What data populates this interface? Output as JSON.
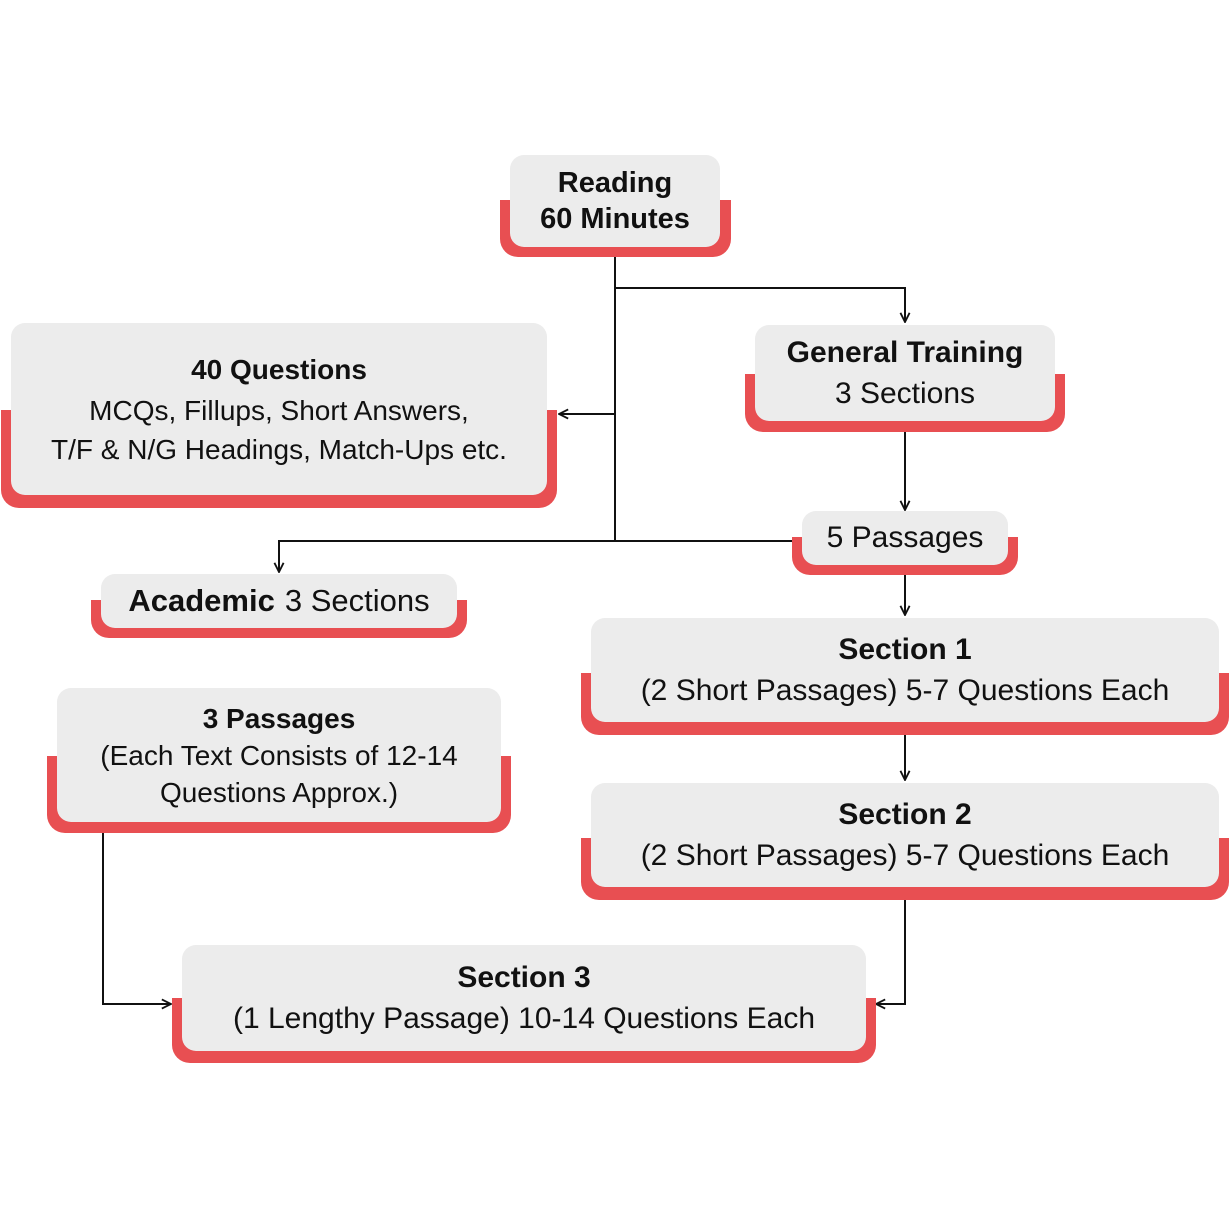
{
  "colors": {
    "accent": "#e84f52",
    "box": "#ececec",
    "line": "#111111"
  },
  "reading": {
    "title": "Reading",
    "duration": "60 Minutes"
  },
  "questions": {
    "title": "40 Questions",
    "line1": "MCQs, Fillups, Short Answers,",
    "line2": "T/F & N/G Headings, Match-Ups etc."
  },
  "general_training": {
    "title": "General Training",
    "sections": "3 Sections"
  },
  "five_passages": {
    "label": "5 Passages"
  },
  "academic": {
    "title": "Academic",
    "sections": "3 Sections"
  },
  "three_passages": {
    "title": "3 Passages",
    "line1": "(Each Text Consists of 12-14",
    "line2": "Questions Approx.)"
  },
  "section1": {
    "title": "Section 1",
    "detail": "(2 Short Passages) 5-7 Questions Each"
  },
  "section2": {
    "title": "Section 2",
    "detail": "(2 Short Passages) 5-7 Questions Each"
  },
  "section3": {
    "title": "Section 3",
    "detail": "(1 Lengthy Passage) 10-14 Questions Each"
  }
}
